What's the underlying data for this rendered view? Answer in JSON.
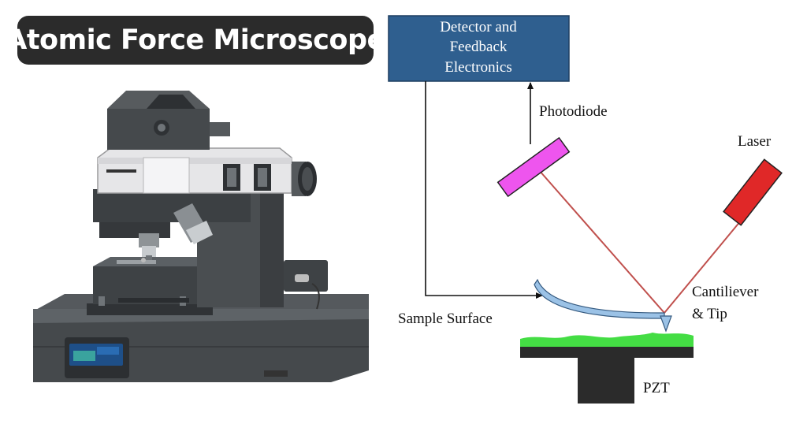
{
  "title": "Atomic Force Microscope",
  "diagram": {
    "detector_lines": [
      "Detector and",
      "Feedback",
      "Electronics"
    ],
    "photodiode": "Photodiode",
    "laser": "Laser",
    "cantilever_lines": [
      "Cantiliever",
      "& Tip"
    ],
    "sample_surface": "Sample Surface",
    "pzt": "PZT"
  },
  "colors": {
    "detector_box": "#2f5f8f",
    "photodiode": "#ee55ee",
    "laser": "#e02828",
    "beam": "#c0504d",
    "cantilever": "#9bc2e6",
    "sample": "#44dd44",
    "stage": "#2b2b2b",
    "instrument_dark": "#3a3d40",
    "instrument_light": "#e6e6e8"
  }
}
